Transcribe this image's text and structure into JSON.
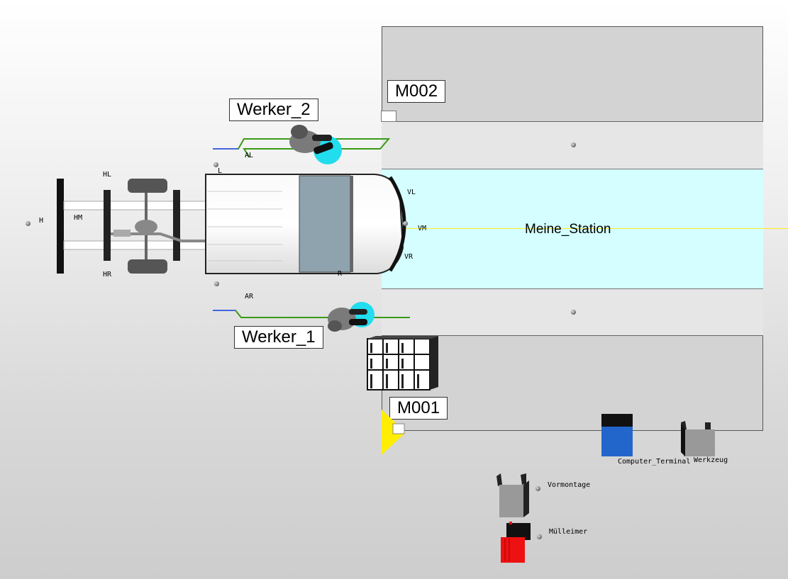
{
  "station": {
    "name": "Meine_Station"
  },
  "markers": {
    "m002": "M002",
    "m001": "M001"
  },
  "workers": {
    "worker2": "Werker_2",
    "worker1": "Werker_1"
  },
  "points": {
    "h": "H",
    "hm": "HM",
    "hl": "HL",
    "hr": "HR",
    "al": "AL",
    "ar": "AR",
    "l": "L",
    "r": "R",
    "vl": "VL",
    "vm": "VM",
    "vr": "VR"
  },
  "resources": {
    "computer_terminal": "Computer_Terminal",
    "werkzeug": "Werkzeug",
    "vormontage": "Vormontage",
    "muelleimer": "Mülleimer"
  },
  "colors": {
    "station_lane": "#d4feff",
    "station_bg": "#d3d3d3",
    "worker_ring": "#22ddee",
    "path_green": "#3a9a16",
    "cursor_yellow": "#ffee22",
    "terminal_blue": "#2266cc",
    "bin_red": "#ee1111"
  }
}
